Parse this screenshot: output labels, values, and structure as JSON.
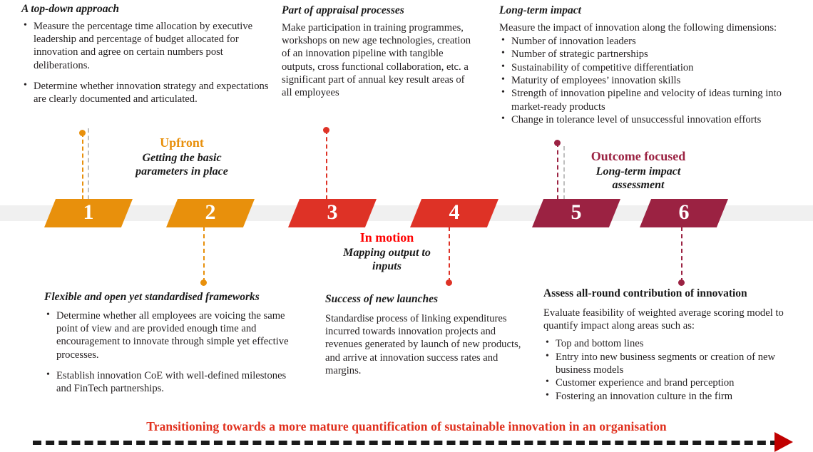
{
  "colors": {
    "orange": "#e8900c",
    "red": "#de3226",
    "maroon": "#9b2242",
    "band": "#f0f0f0",
    "banner_text": "#e0301e",
    "arrow": "#c00000",
    "gray_dash": "#bfbfbf"
  },
  "steps": [
    {
      "number": "1",
      "color": "#e8900c"
    },
    {
      "number": "2",
      "color": "#e8900c"
    },
    {
      "number": "3",
      "color": "#de3226"
    },
    {
      "number": "4",
      "color": "#de3226"
    },
    {
      "number": "5",
      "color": "#9b2242"
    },
    {
      "number": "6",
      "color": "#9b2242"
    }
  ],
  "phase_captions": [
    {
      "title": "Upfront",
      "subtitle": "Getting the basic parameters in place",
      "color": "#e8900c"
    },
    {
      "title": "In motion",
      "subtitle": "Mapping output to inputs",
      "color": "#ff0000"
    },
    {
      "title": "Outcome focused",
      "subtitle": "Long-term impact assessment",
      "color": "#9b2242"
    }
  ],
  "cards": {
    "top_1": {
      "heading": "A top-down approach",
      "bullets": [
        "Measure the percentage time allocation by executive leadership and percentage of budget allocated for innovation and agree on certain numbers post deliberations.",
        "Determine whether innovation strategy and expectations are clearly documented and articulated."
      ]
    },
    "top_3": {
      "heading": "Part of appraisal processes",
      "paragraph": "Make participation in training programmes, workshops on new age technologies, creation of an innovation pipeline with tangible outputs, cross functional collaboration, etc. a significant part of annual key result areas of all employees"
    },
    "top_5": {
      "heading": "Long-term impact",
      "paragraph": "Measure the impact of innovation along the following dimensions:",
      "bullets": [
        "Number of innovation leaders",
        "Number of strategic partnerships",
        "Sustainability of competitive differentiation",
        "Maturity of employees’ innovation skills",
        "Strength of innovation pipeline and velocity of ideas turning into market-ready products",
        "Change in tolerance level of unsuccessful innovation efforts"
      ]
    },
    "bottom_2": {
      "heading": "Flexible and open yet standardised frameworks",
      "bullets": [
        "Determine whether all employees are voicing the same point of view and are provided enough time and encouragement to innovate through simple yet effective processes.",
        "Establish innovation CoE with well-defined milestones and FinTech partnerships."
      ]
    },
    "bottom_4": {
      "heading": "Success of new launches",
      "paragraph": "Standardise process of linking expenditures incurred towards innovation projects and revenues generated by launch of new products, and arrive at innovation success rates and margins."
    },
    "bottom_6": {
      "heading": "Assess all-round contribution of innovation",
      "paragraph": "Evaluate feasibility of weighted average scoring model to quantify impact along areas such as:",
      "bullets": [
        "Top and bottom lines",
        "Entry into new business segments or creation of new business models",
        "Customer experience and brand perception",
        "Fostering an innovation culture in the firm"
      ]
    }
  },
  "banner": {
    "text": "Transitioning towards a more mature quantification of sustainable innovation in an organisation"
  }
}
